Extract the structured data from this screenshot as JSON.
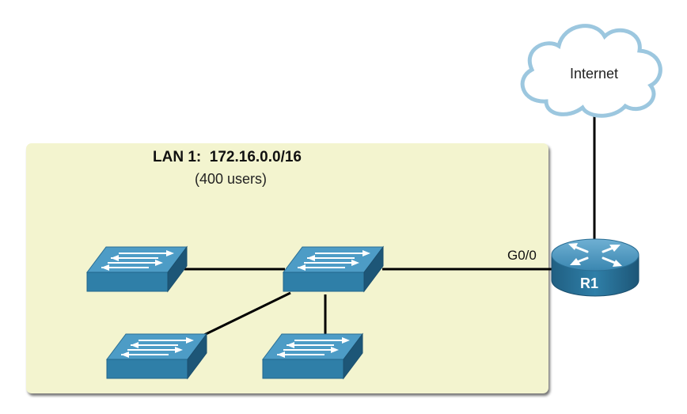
{
  "lan": {
    "title": "LAN 1:  172.16.0.0/16",
    "subtitle": "(400 users)"
  },
  "router": {
    "name": "R1",
    "interface": "G0/0",
    "icon": "router-icon"
  },
  "cloud": {
    "label": "Internet",
    "icon": "cloud-icon"
  },
  "switches": {
    "count": 4,
    "icon": "switch-icon"
  },
  "colors": {
    "lan_background": "#f3f4cf",
    "device_blue": "#2f7fa8",
    "device_dark": "#1b5878",
    "cloud_outline": "#9cc7df",
    "link": "#000000"
  }
}
